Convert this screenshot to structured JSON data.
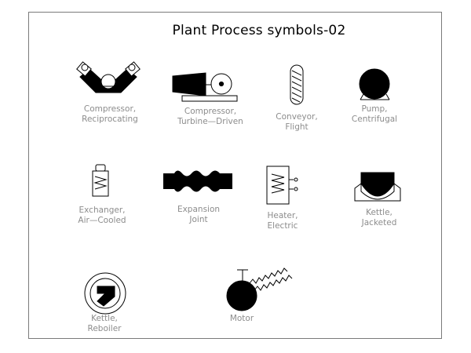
{
  "title": "Plant Process symbols-02",
  "symbols": [
    {
      "line1": "Compressor,",
      "line2": "Reciprocating",
      "icon": "reciprocating-compressor-icon"
    },
    {
      "line1": "Compressor,",
      "line2": "Turbine—Driven",
      "icon": "turbine-compressor-icon"
    },
    {
      "line1": "Conveyor,",
      "line2": "Flight",
      "icon": "flight-conveyor-icon"
    },
    {
      "line1": "Pump,",
      "line2": "Centrifugal",
      "icon": "centrifugal-pump-icon"
    },
    {
      "line1": "Exchanger,",
      "line2": "Air—Cooled",
      "icon": "air-cooled-exchanger-icon"
    },
    {
      "line1": "Expansion",
      "line2": "Joint",
      "icon": "expansion-joint-icon"
    },
    {
      "line1": "Heater,",
      "line2": "Electric",
      "icon": "electric-heater-icon"
    },
    {
      "line1": "Kettle,",
      "line2": "Jacketed",
      "icon": "jacketed-kettle-icon"
    },
    {
      "line1": "Kettle,",
      "line2": "Reboiler",
      "icon": "reboiler-kettle-icon"
    },
    {
      "line1": "Motor",
      "line2": "",
      "icon": "motor-icon"
    }
  ],
  "colors": {
    "symbol": "#000000",
    "label": "#8c8c8c",
    "frame": "#7a7a7a"
  }
}
